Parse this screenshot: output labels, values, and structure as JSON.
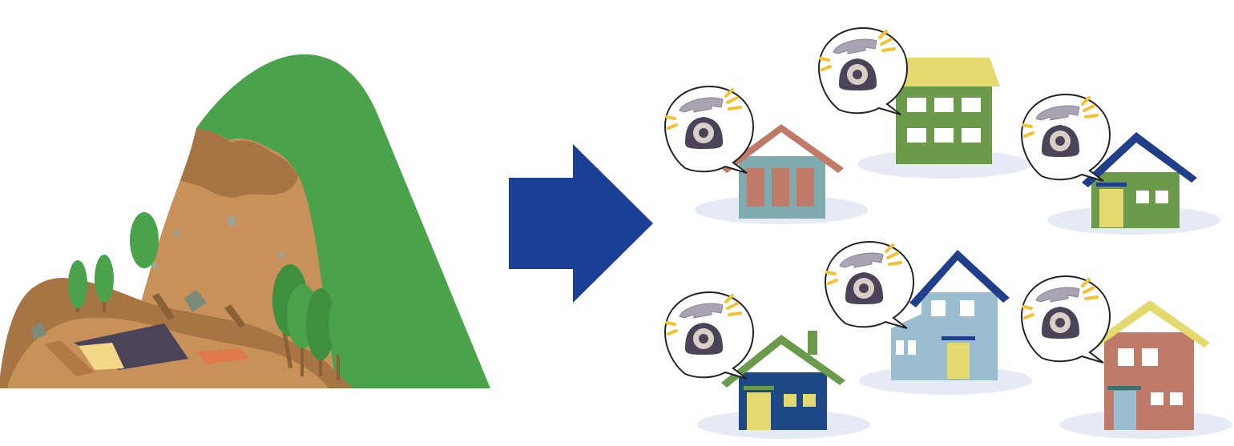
{
  "scene": {
    "title": "",
    "left_panel": {
      "subject": "landslide"
    },
    "arrow": {
      "direction": "right"
    },
    "right_panel": {
      "houses": [
        {
          "id": "house-1",
          "style": "gable-small",
          "phone_ringing": true
        },
        {
          "id": "house-2",
          "style": "flat-roof-building",
          "phone_ringing": true
        },
        {
          "id": "house-3",
          "style": "gable-small",
          "phone_ringing": true
        },
        {
          "id": "house-4",
          "style": "gable-small",
          "phone_ringing": true
        },
        {
          "id": "house-5",
          "style": "two-story",
          "phone_ringing": true
        },
        {
          "id": "house-6",
          "style": "two-story",
          "phone_ringing": true
        }
      ]
    }
  },
  "colors": {
    "mountain_green": "#4aa34a",
    "soil_brown": "#c8915a",
    "soil_dark": "#9e6a3d",
    "tree_green": "#3e8f3e",
    "arrow_blue": "#1b3f95",
    "phone_dark": "#4b4458",
    "phone_ring_yellow": "#f1c232",
    "handset_gray": "#a9a3b4",
    "shadow_blue": "#e6eaf4"
  },
  "icons": [
    "landslide-illustration",
    "arrow-right-icon",
    "house-icon",
    "phone-icon",
    "speech-bubble-icon"
  ]
}
